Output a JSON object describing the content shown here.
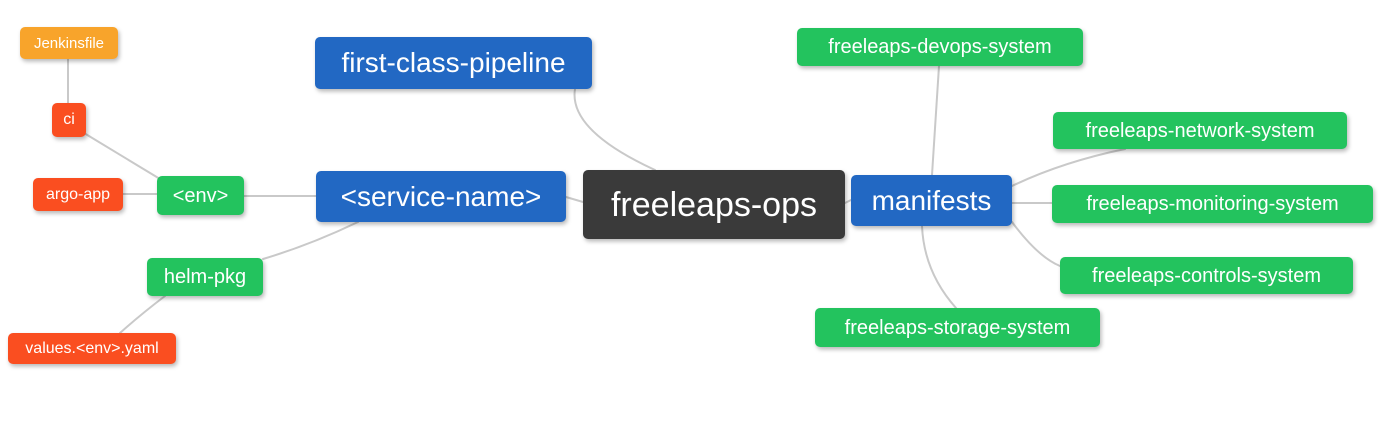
{
  "diagram_type": "mindmap",
  "colors": {
    "background": "#ffffff",
    "edge": "#c9c9c9",
    "node_text": "#ffffff",
    "root": "#3a3a3a",
    "branch": "#2268c3",
    "group": "#23c35e",
    "item": "#fa4e20",
    "file": "#f8a42b"
  },
  "nodes": {
    "freeleaps_ops": {
      "label": "freeleaps-ops",
      "role": "root",
      "parent": null
    },
    "first_class_pipeline": {
      "label": "first-class-pipeline",
      "role": "branch",
      "parent": "freeleaps_ops"
    },
    "service_name": {
      "label": "<service-name>",
      "role": "branch",
      "parent": "freeleaps_ops"
    },
    "manifests": {
      "label": "manifests",
      "role": "branch",
      "parent": "freeleaps_ops"
    },
    "env": {
      "label": "<env>",
      "role": "group",
      "parent": "service_name"
    },
    "helm_pkg": {
      "label": "helm-pkg",
      "role": "group",
      "parent": "service_name"
    },
    "ci": {
      "label": "ci",
      "role": "item",
      "parent": "env"
    },
    "argo_app": {
      "label": "argo-app",
      "role": "item",
      "parent": "env"
    },
    "jenkinsfile": {
      "label": "Jenkinsfile",
      "role": "file",
      "parent": "ci"
    },
    "values_env_yaml": {
      "label": "values.<env>.yaml",
      "role": "item",
      "parent": "helm_pkg"
    },
    "devops_system": {
      "label": "freeleaps-devops-system",
      "role": "group",
      "parent": "manifests"
    },
    "network_system": {
      "label": "freeleaps-network-system",
      "role": "group",
      "parent": "manifests"
    },
    "monitoring_system": {
      "label": "freeleaps-monitoring-system",
      "role": "group",
      "parent": "manifests"
    },
    "controls_system": {
      "label": "freeleaps-controls-system",
      "role": "group",
      "parent": "manifests"
    },
    "storage_system": {
      "label": "freeleaps-storage-system",
      "role": "group",
      "parent": "manifests"
    }
  },
  "edges": [
    [
      "jenkinsfile",
      "ci"
    ],
    [
      "ci",
      "env"
    ],
    [
      "argo_app",
      "env"
    ],
    [
      "env",
      "service_name"
    ],
    [
      "service_name",
      "helm_pkg"
    ],
    [
      "helm_pkg",
      "values_env_yaml"
    ],
    [
      "first_class_pipeline",
      "freeleaps_ops"
    ],
    [
      "service_name",
      "freeleaps_ops"
    ],
    [
      "freeleaps_ops",
      "manifests"
    ],
    [
      "manifests",
      "devops_system"
    ],
    [
      "manifests",
      "network_system"
    ],
    [
      "manifests",
      "monitoring_system"
    ],
    [
      "manifests",
      "controls_system"
    ],
    [
      "manifests",
      "storage_system"
    ]
  ]
}
